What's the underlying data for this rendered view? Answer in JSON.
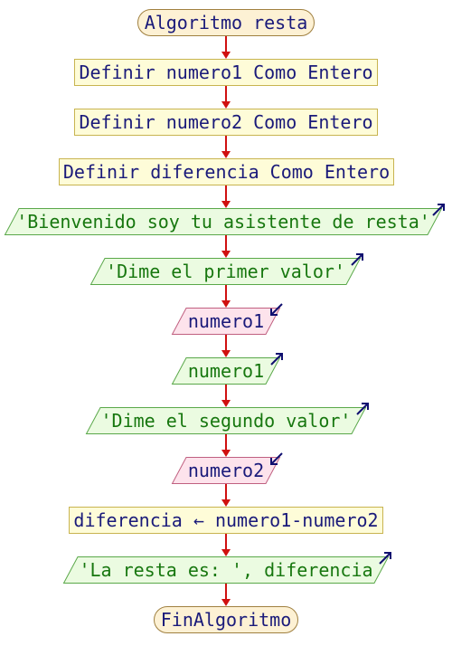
{
  "theme": {
    "connector": "#d01010",
    "output_fill": "#ebfbe1",
    "output_stroke": "#5aa84a",
    "input_fill": "#fde3ec",
    "input_stroke": "#c06080",
    "io_arrow": "#101070"
  },
  "flowchart": {
    "start": "Algoritmo resta",
    "steps": [
      {
        "kind": "process",
        "text": "Definir numero1 Como Entero"
      },
      {
        "kind": "process",
        "text": "Definir numero2 Como Entero"
      },
      {
        "kind": "process",
        "text": "Definir diferencia Como Entero"
      },
      {
        "kind": "output",
        "text": "'Bienvenido soy tu asistente de resta'"
      },
      {
        "kind": "output",
        "text": "'Dime el primer valor'"
      },
      {
        "kind": "input",
        "text": "numero1"
      },
      {
        "kind": "output",
        "text": "numero1"
      },
      {
        "kind": "output",
        "text": "'Dime el segundo valor'"
      },
      {
        "kind": "input",
        "text": "numero2"
      },
      {
        "kind": "process",
        "text": "diferencia ← numero1-numero2"
      },
      {
        "kind": "output",
        "text": "'La resta es: ', diferencia"
      }
    ],
    "end": "FinAlgoritmo"
  }
}
